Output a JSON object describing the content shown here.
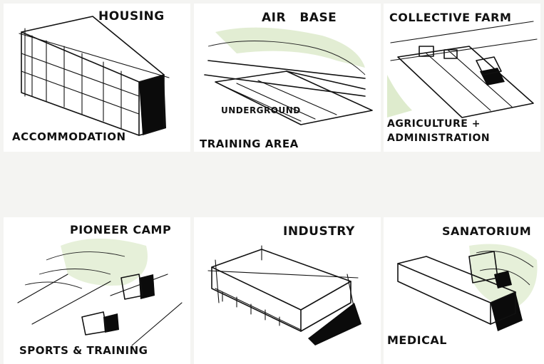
{
  "panels": [
    {
      "id": "housing",
      "title": "HOUSING",
      "caption": "ACCOMMODATION"
    },
    {
      "id": "air-base",
      "title": "AIR   BASE",
      "caption": "TRAINING AREA",
      "note": "UNDERGROUND"
    },
    {
      "id": "collective-farm",
      "title": "COLLECTIVE FARM",
      "caption_lines": [
        "AGRICULTURE +",
        "ADMINISTRATION"
      ]
    },
    {
      "id": "pioneer-camp",
      "title": "PIONEER CAMP",
      "caption": "SPORTS & TRAINING"
    },
    {
      "id": "industry",
      "title": "INDUSTRY"
    },
    {
      "id": "sanatorium",
      "title": "SANATORIUM",
      "caption": "MEDICAL"
    }
  ],
  "colors": {
    "ink": "#111111",
    "paper": "#ffffff",
    "background": "#f4f4f2",
    "foliage_tint": "#cfe3b0"
  }
}
